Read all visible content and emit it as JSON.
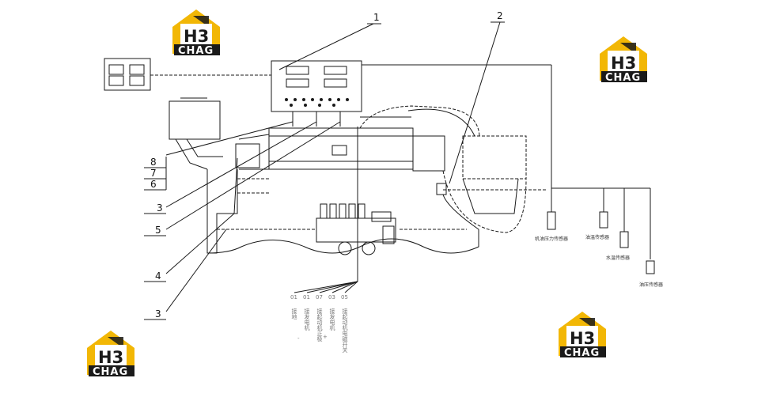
{
  "callouts": [
    "1",
    "2",
    "8",
    "7",
    "6",
    "3",
    "5",
    "4",
    "3"
  ],
  "wire_codes": [
    "01",
    "01",
    "07",
    "03",
    "05"
  ],
  "wire_labels": [
    "接地",
    "接发电机",
    "接起动机正极",
    "接发电机",
    "接起动机电磁开关"
  ],
  "wire_sublabels": [
    "-",
    "+"
  ],
  "sensor_labels": [
    "机油压力传感器",
    "油温传感器",
    "水温传感器",
    "油压传感器"
  ],
  "logo": {
    "mark": "H3",
    "text": "CHAG"
  },
  "colors": {
    "line": "#1a1a1a",
    "logo_yellow": "#f2b705",
    "logo_dark": "#1a1a1a"
  }
}
